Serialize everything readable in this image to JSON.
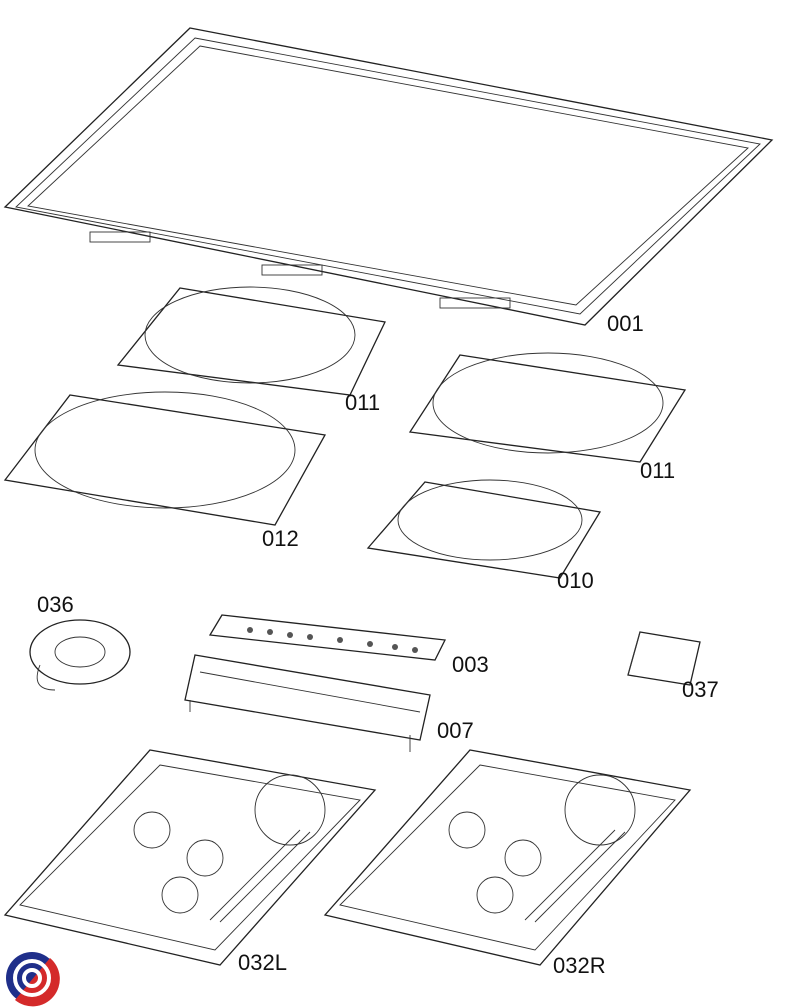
{
  "diagram": {
    "parts": [
      {
        "id": "glass-top",
        "label": "001"
      },
      {
        "id": "coil-rear-left",
        "label": "011"
      },
      {
        "id": "coil-rear-right",
        "label": "011"
      },
      {
        "id": "coil-front-left",
        "label": "012"
      },
      {
        "id": "coil-front-right",
        "label": "010"
      },
      {
        "id": "fan",
        "label": "036"
      },
      {
        "id": "control-board",
        "label": "003"
      },
      {
        "id": "terminal-block",
        "label": "037"
      },
      {
        "id": "board-bracket",
        "label": "007"
      },
      {
        "id": "power-board-left",
        "label": "032L"
      },
      {
        "id": "power-board-right",
        "label": "032R"
      }
    ],
    "logo_colors": {
      "blue": "#1f2f8a",
      "red": "#d42a2a"
    }
  }
}
